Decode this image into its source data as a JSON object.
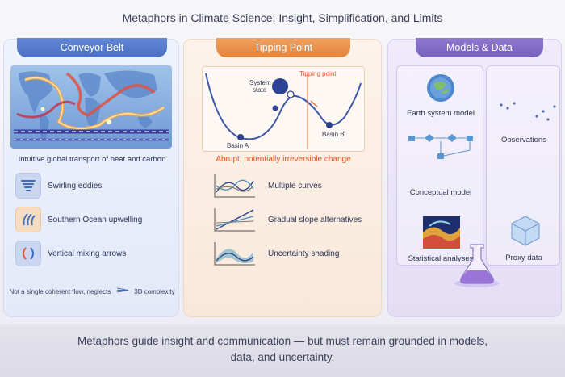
{
  "title": "Metaphors in Climate Science: Insight, Simplification, and Limits",
  "conveyor": {
    "header": "Conveyor Belt",
    "caption": "Intuitive global transport of heat and carbon",
    "items": [
      {
        "label": "Swirling eddies",
        "icon": "swirl-icon"
      },
      {
        "label": "Southern Ocean upwelling",
        "icon": "upwelling-icon"
      },
      {
        "label": "Vertical mixing arrows",
        "icon": "mixing-arrows-icon"
      }
    ],
    "limit_before": "Not a single coherent flow, neglects",
    "limit_after": "3D complexity"
  },
  "tipping": {
    "header": "Tipping Point",
    "diagram": {
      "tipping_label": "Tipping point",
      "state_label_1": "System",
      "state_label_2": "state",
      "basin_a": "Basin A",
      "basin_b": "Basin B"
    },
    "caption": "Abrupt, potentially irreversible change",
    "items": [
      {
        "label": "Multiple curves",
        "icon": "multiple-curves-icon"
      },
      {
        "label": "Gradual slope alternatives",
        "icon": "slope-alternatives-icon"
      },
      {
        "label": "Uncertainty shading",
        "icon": "uncertainty-shading-icon"
      }
    ]
  },
  "models": {
    "header": "Models & Data",
    "earth_system": "Earth system model",
    "observations": "Observations",
    "conceptual": "Conceptual model",
    "statistical": "Statistical analyses",
    "proxy": "Proxy data"
  },
  "footer": {
    "line1": "Metaphors guide insight and communication — but must remain grounded in models,",
    "line2": "data, and uncertainty."
  },
  "colors": {
    "blue_accent": "#4b6fc2",
    "orange_accent": "#e3853d",
    "purple_accent": "#7661be",
    "tipping_red": "#e0552b"
  }
}
